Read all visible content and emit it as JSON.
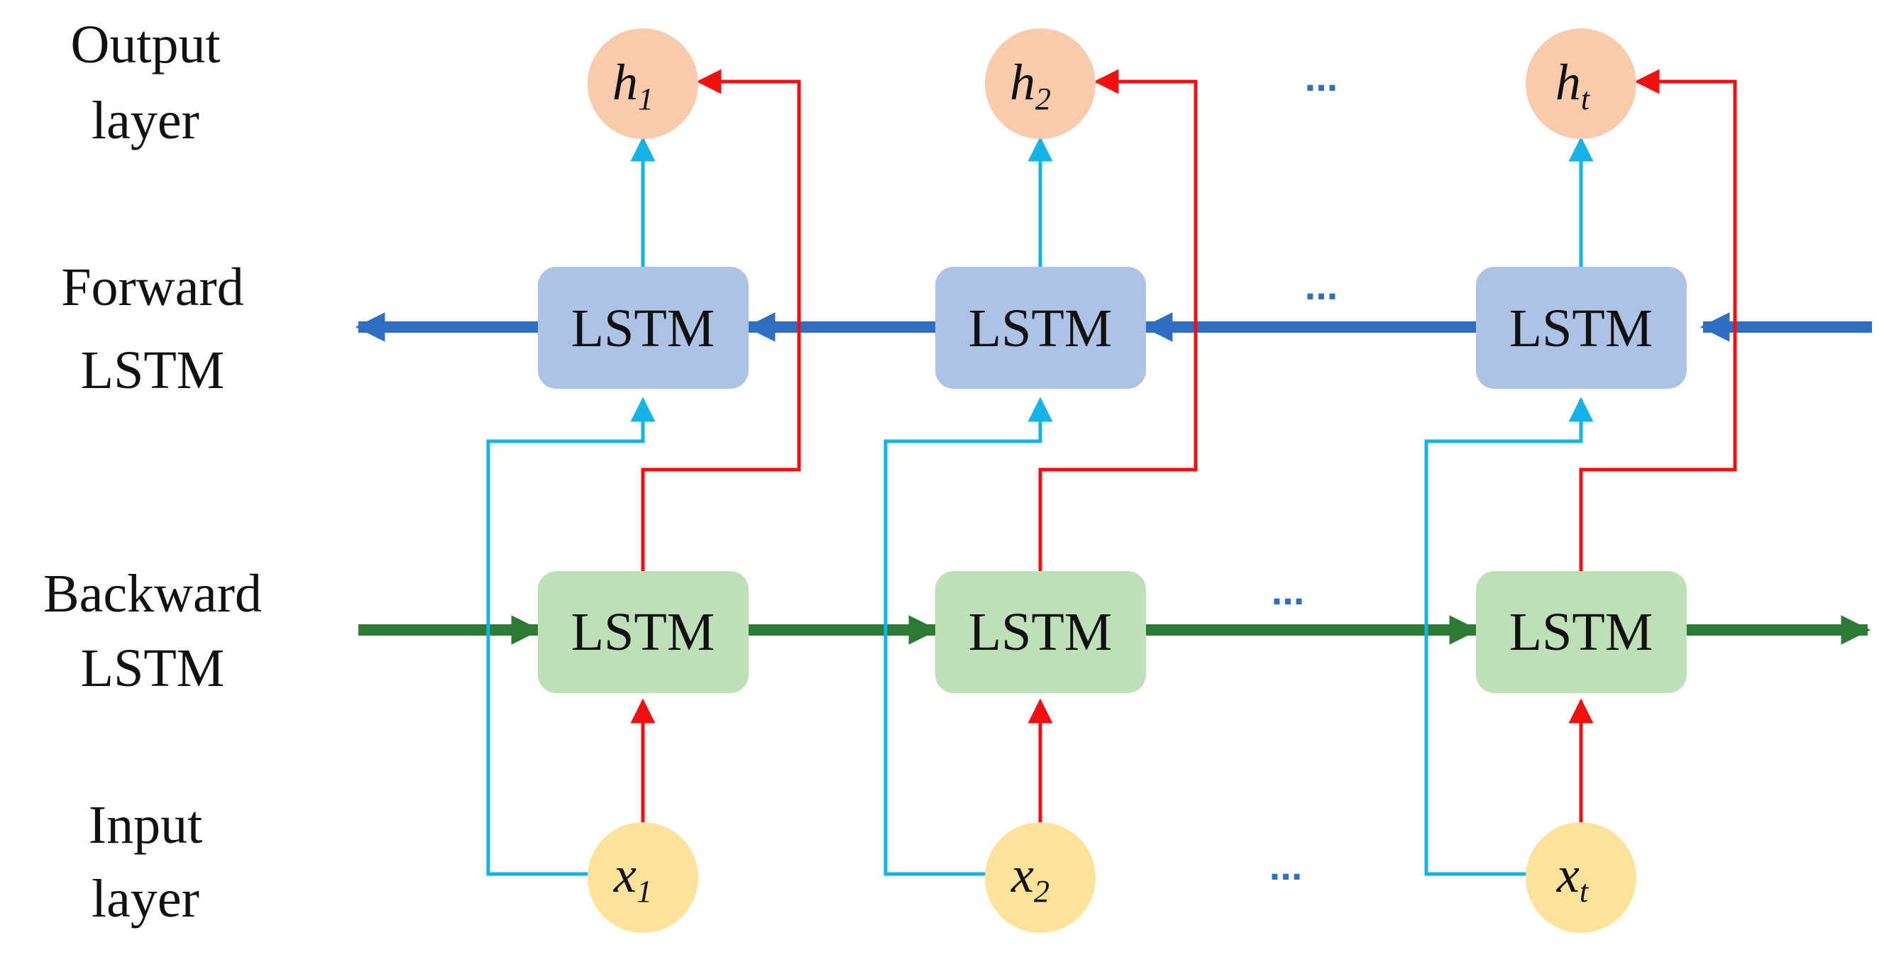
{
  "row_labels": {
    "output": [
      "Output",
      "layer"
    ],
    "forward": [
      "Forward",
      "LSTM"
    ],
    "backward": [
      "Backward",
      "LSTM"
    ],
    "input": [
      "Input",
      "layer"
    ]
  },
  "lstm_label": "LSTM",
  "columns": [
    {
      "output_node": {
        "base": "h",
        "sub": "1"
      },
      "input_node": {
        "base": "x",
        "sub": "1"
      }
    },
    {
      "output_node": {
        "base": "h",
        "sub": "2"
      },
      "input_node": {
        "base": "x",
        "sub": "2"
      }
    },
    {
      "output_node": {
        "base": "h",
        "sub": "t"
      },
      "input_node": {
        "base": "x",
        "sub": "t"
      }
    }
  ],
  "ellipsis": "...",
  "colors": {
    "forward_box": "#adc3e6",
    "backward_box": "#bde0b6",
    "output_node": "#f8cbad",
    "input_node": "#ffe29a",
    "forward_arrow": "#2e6fc4",
    "backward_arrow": "#2d7a35",
    "cyan_line": "#13b3e6",
    "red_line": "#f01010",
    "dots": "#2f6fc0"
  }
}
